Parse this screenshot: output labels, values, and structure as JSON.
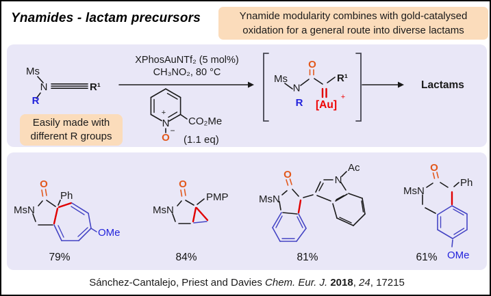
{
  "figure": {
    "title": "Ynamides - lactam precursors",
    "tagline_line1": "Ynamide modularity combines with gold-catalysed",
    "tagline_line2": "oxidation for a general route into diverse lactams",
    "note_line1": "Easily made with",
    "note_line2": "different R groups"
  },
  "scheme": {
    "ynamide": {
      "ms": "Ms",
      "n": "N",
      "r": "R",
      "r1": "R¹"
    },
    "conditions_line1": "XPhosAuNTf₂ (5 mol%)",
    "conditions_line2": "CH₃NO₂, 80 °C",
    "oxidant": {
      "plus": "+",
      "n": "N",
      "minus": "−",
      "o": "O",
      "ester": "CO₂Me",
      "equiv": "(1.1 eq)"
    },
    "intermediate": {
      "ms": "Ms",
      "n": "N",
      "r": "R",
      "r1": "R¹",
      "o": "O",
      "au": "[Au]",
      "au_charge": "+"
    },
    "product_label": "Lactams"
  },
  "products": [
    {
      "labels": {
        "msn": "MsN",
        "o": "O",
        "ph": "Ph",
        "ome": "OMe"
      },
      "yield": "79%"
    },
    {
      "labels": {
        "msn": "MsN",
        "o": "O",
        "pmp": "PMP"
      },
      "yield": "84%"
    },
    {
      "labels": {
        "msn": "MsN",
        "o": "O",
        "n": "N",
        "ac": "Ac"
      },
      "yield": "81%"
    },
    {
      "labels": {
        "msn": "MsN",
        "o": "O",
        "ph": "Ph",
        "ome": "OMe"
      },
      "yield": "61%"
    }
  ],
  "citation": {
    "authors": "Sánchez-Cantalejo, Priest and Davies",
    "journal": "Chem. Eur. J.",
    "year": "2018",
    "sep": ", ",
    "volume": "24",
    "pages": "17215"
  },
  "colors": {
    "panel_lavender": "#E9E7F7",
    "highlight_peach": "#FBDCBB",
    "carbonyl_orange": "#E2581C",
    "gold_red": "#EE0000",
    "label_blue": "#2323DC",
    "ring_blue": "#4444C4"
  }
}
